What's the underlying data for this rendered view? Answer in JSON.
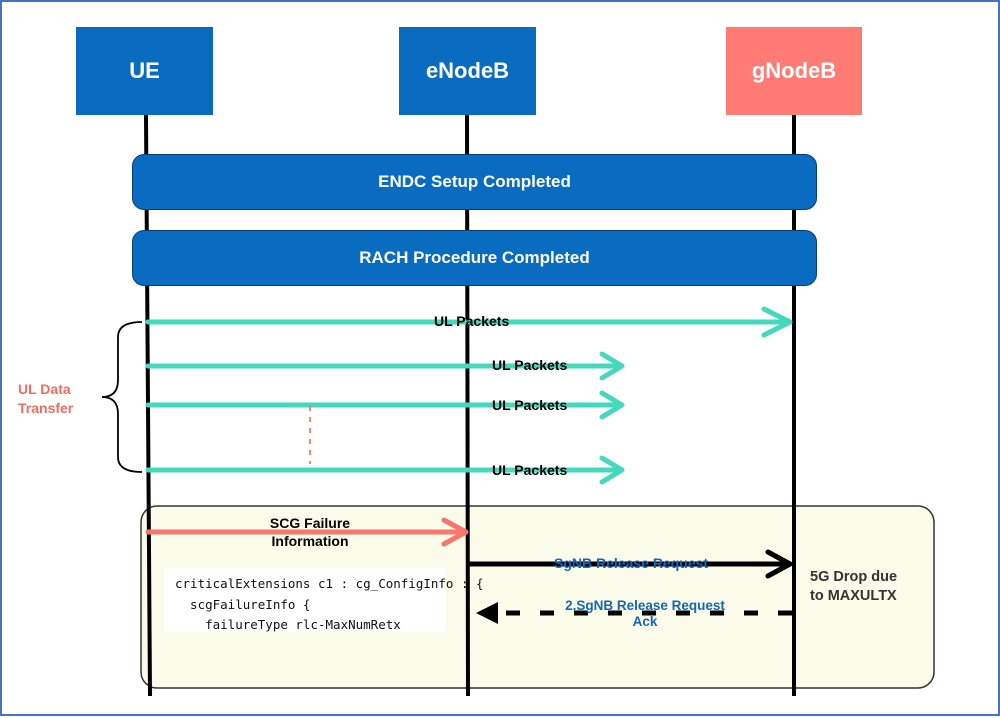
{
  "nodes": {
    "ue": "UE",
    "enodeb": "eNodeB",
    "gnodeb": "gNodeB"
  },
  "phases": {
    "endc": "ENDC Setup Completed",
    "rach": "RACH Procedure Completed"
  },
  "ul_packets_label": "UL Packets",
  "ul_data_transfer": {
    "line1": "UL Data",
    "line2": "Transfer"
  },
  "scg_failure": {
    "line1": "SCG Failure",
    "line2": "Information"
  },
  "release_request": "SgNB Release Request",
  "release_ack": {
    "line1": "2.SgNB Release Request",
    "line2": "Ack"
  },
  "drop_note": {
    "line1": "5G Drop due",
    "line2": "to MAXULTX"
  },
  "config_lines": [
    "criticalExtensions c1 : cg_ConfigInfo : {",
    "  scgFailureInfo {",
    "    failureType rlc-MaxNumRetx"
  ],
  "colors": {
    "blue": "#0a6cc1",
    "gnodeb": "#ff7b74",
    "teal": "#44d9bd",
    "salmon": "#f7776c",
    "label_red": "#f26c5f",
    "label_blue": "#1565c0",
    "panel": "#fbfbe9"
  }
}
